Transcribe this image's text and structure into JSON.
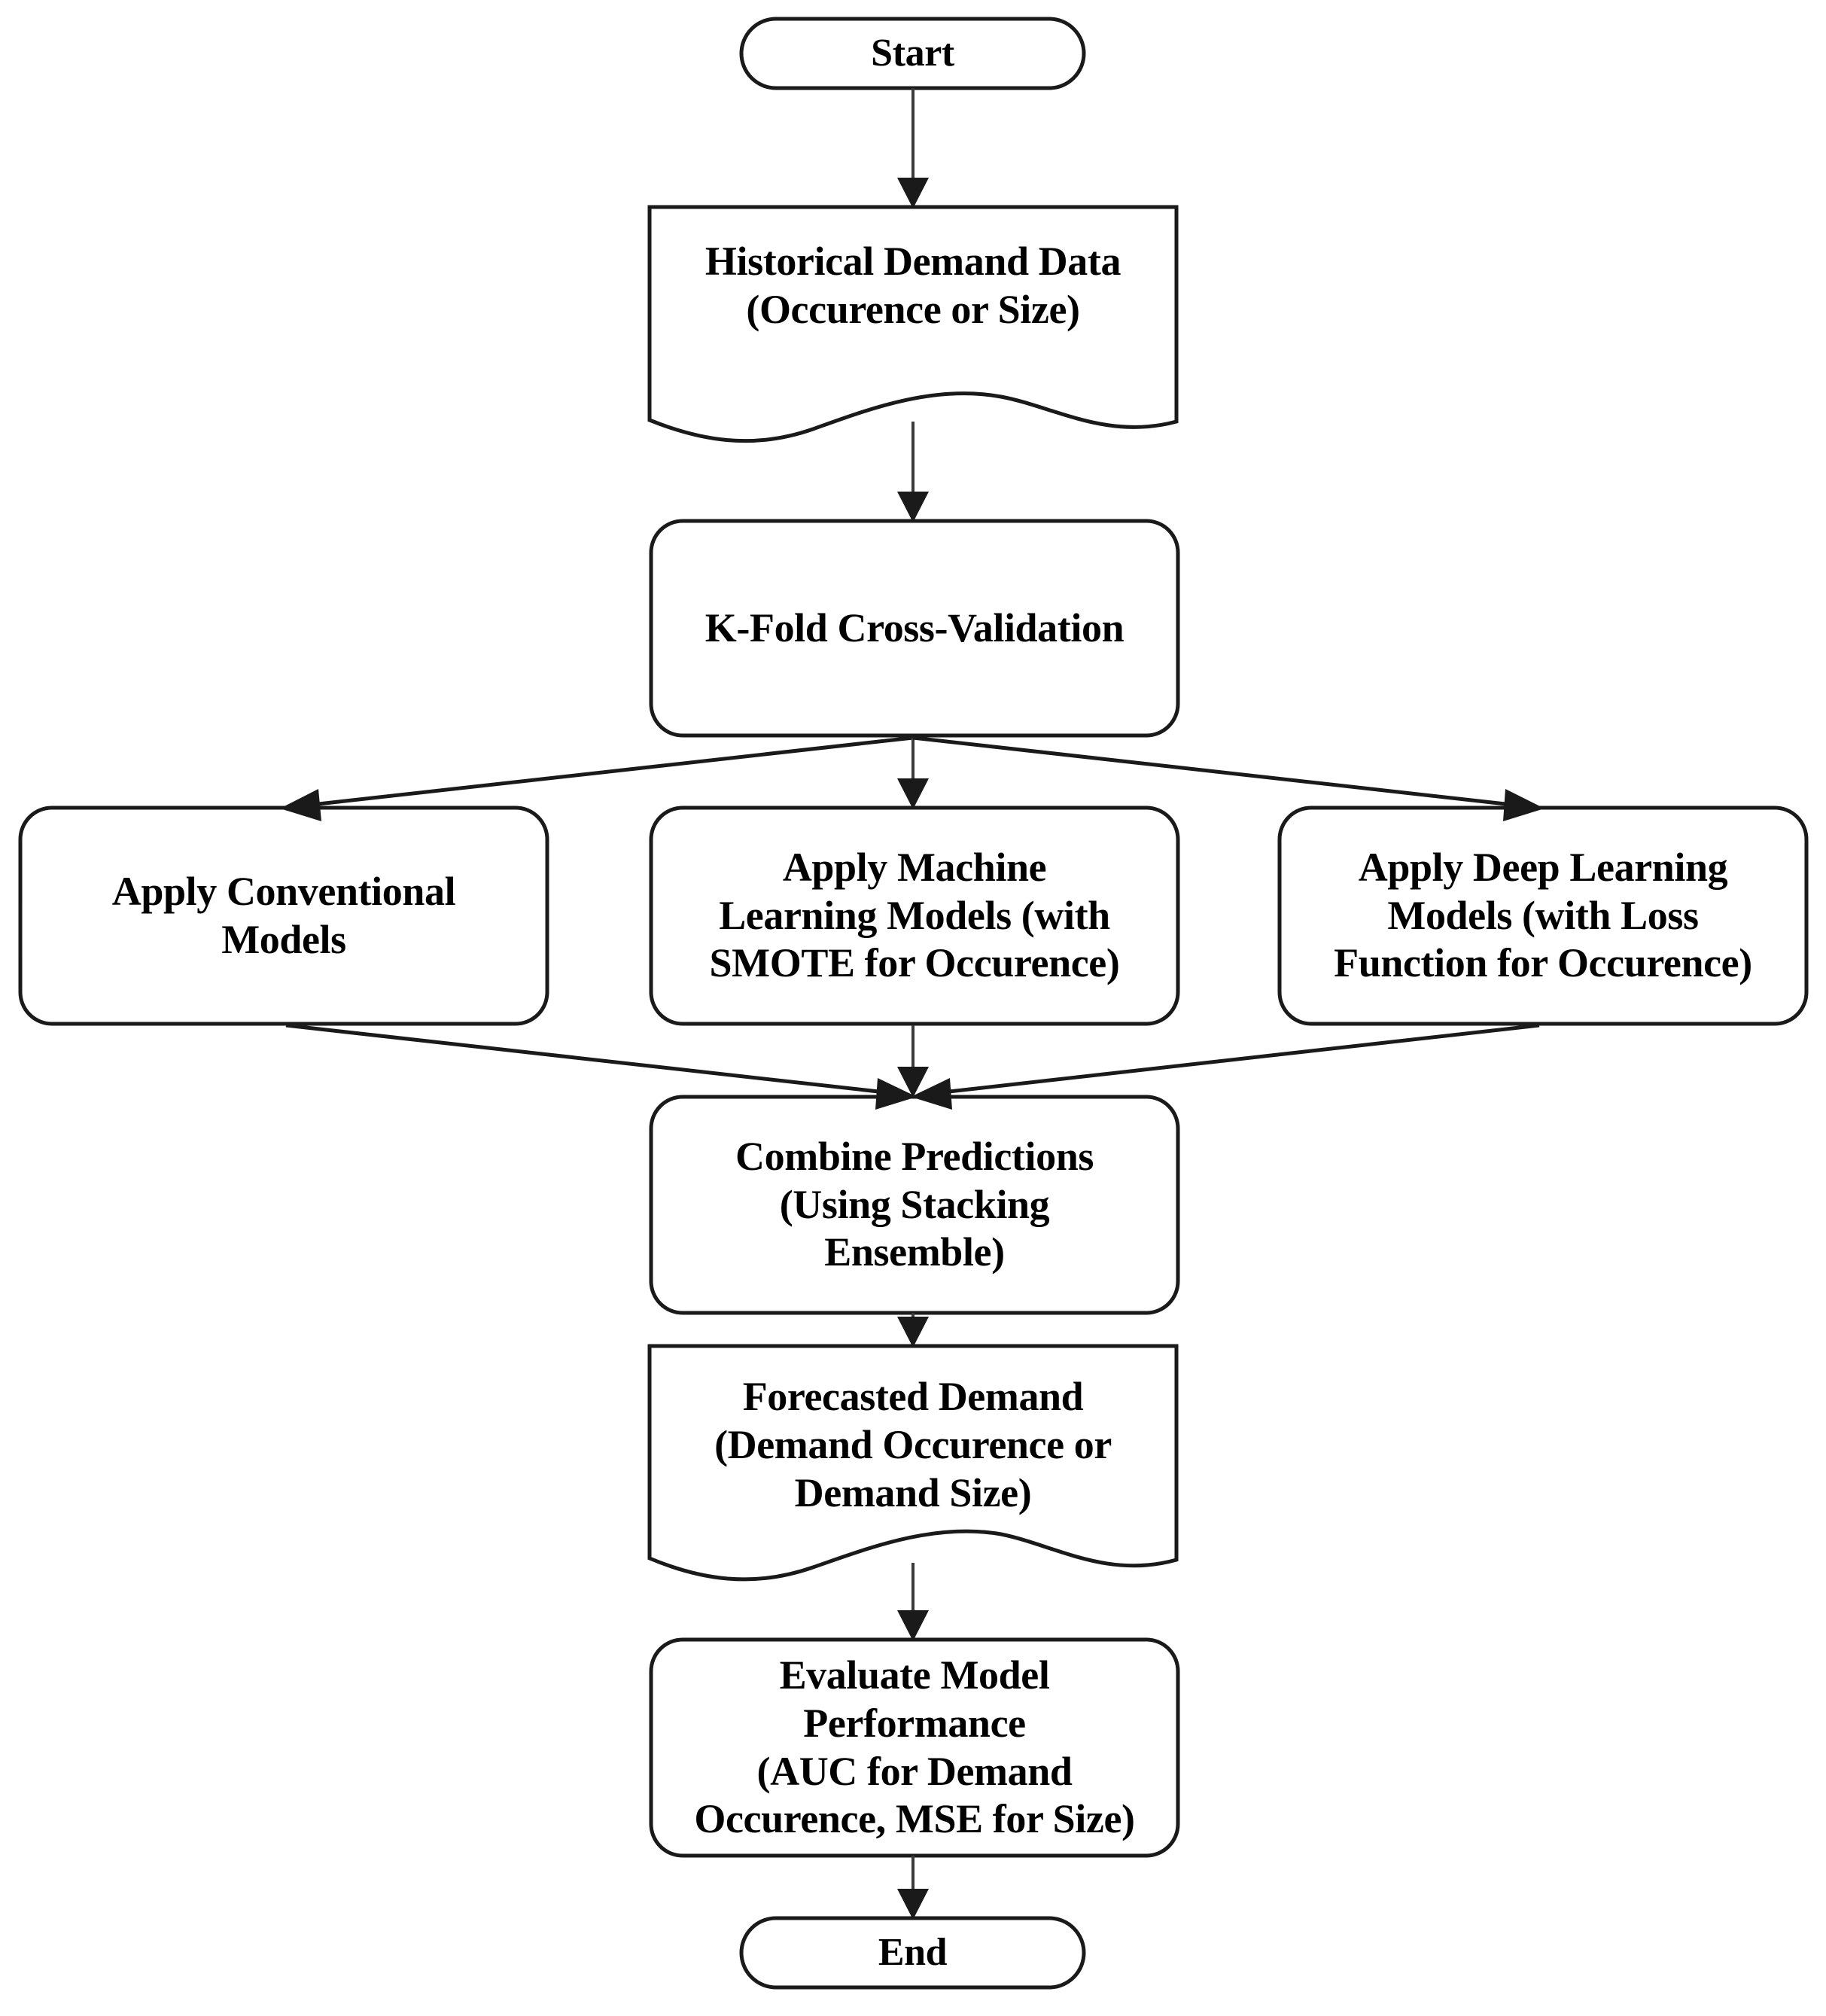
{
  "diagram": {
    "title": "Demand Forecasting Model Workflow Flowchart",
    "type": "flowchart",
    "orientation": "top-to-bottom",
    "background_color": "#ffffff",
    "line_color": "#1a1a1a",
    "text_color": "#000000"
  },
  "nodes": {
    "start": {
      "label": "Start",
      "shape": "terminal-pill"
    },
    "historical_data": {
      "label": "Historical Demand Data\n(Occurence or Size)",
      "shape": "document-wavy"
    },
    "cross_validation": {
      "label": "K-Fold Cross-Validation",
      "shape": "rounded-rectangle"
    },
    "conventional_models": {
      "label": "Apply Conventional\nModels",
      "shape": "rounded-rectangle"
    },
    "machine_learning_models": {
      "label": "Apply Machine\nLearning Models (with\nSMOTE for Occurence)",
      "shape": "rounded-rectangle"
    },
    "deep_learning_models": {
      "label": "Apply Deep Learning\nModels (with Loss\nFunction for Occurence)",
      "shape": "rounded-rectangle"
    },
    "combine_predictions": {
      "label": "Combine Predictions\n(Using Stacking\nEnsemble)",
      "shape": "rounded-rectangle"
    },
    "forecasted_demand": {
      "label": "Forecasted Demand\n(Demand Occurence or\nDemand Size)",
      "shape": "document-wavy"
    },
    "evaluate_performance": {
      "label": "Evaluate Model\nPerformance\n(AUC for Demand\nOccurence, MSE for Size)",
      "shape": "rounded-rectangle"
    },
    "end": {
      "label": "End",
      "shape": "terminal-pill"
    }
  },
  "edges": [
    {
      "from": "start",
      "to": "historical_data",
      "style": "straight-arrow"
    },
    {
      "from": "historical_data",
      "to": "cross_validation",
      "style": "straight-arrow"
    },
    {
      "from": "cross_validation",
      "to": "conventional_models",
      "style": "diagonal-arrow-left"
    },
    {
      "from": "cross_validation",
      "to": "machine_learning_models",
      "style": "straight-arrow"
    },
    {
      "from": "cross_validation",
      "to": "deep_learning_models",
      "style": "diagonal-arrow-right"
    },
    {
      "from": "conventional_models",
      "to": "combine_predictions",
      "style": "diagonal-arrow-right"
    },
    {
      "from": "machine_learning_models",
      "to": "combine_predictions",
      "style": "straight-arrow"
    },
    {
      "from": "deep_learning_models",
      "to": "combine_predictions",
      "style": "diagonal-arrow-left"
    },
    {
      "from": "combine_predictions",
      "to": "forecasted_demand",
      "style": "straight-arrow"
    },
    {
      "from": "forecasted_demand",
      "to": "evaluate_performance",
      "style": "straight-arrow"
    },
    {
      "from": "evaluate_performance",
      "to": "end",
      "style": "straight-arrow"
    }
  ]
}
